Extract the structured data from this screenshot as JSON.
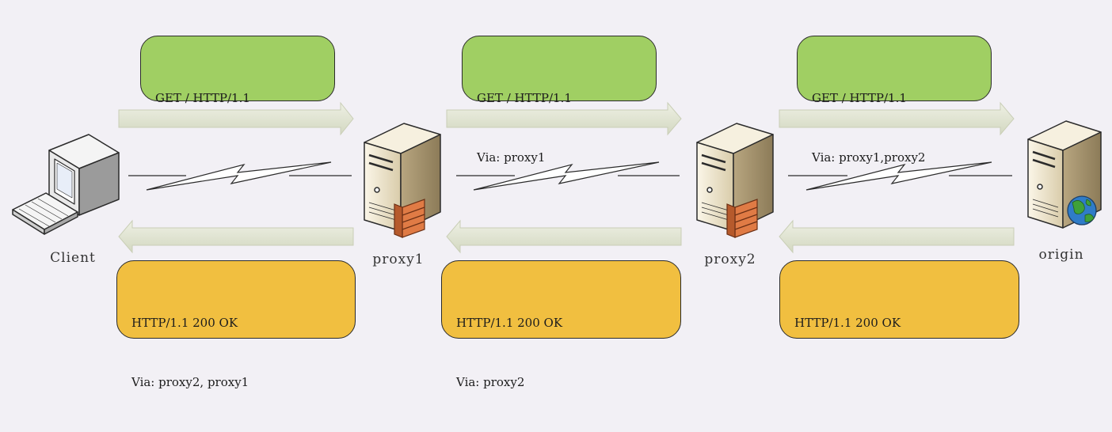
{
  "nodes": [
    {
      "id": "client",
      "label": "Client"
    },
    {
      "id": "proxy1",
      "label": "proxy1"
    },
    {
      "id": "proxy2",
      "label": "proxy2"
    },
    {
      "id": "origin",
      "label": "origin"
    }
  ],
  "requests": [
    {
      "lines": [
        "GET / HTTP/1.1",
        ""
      ]
    },
    {
      "lines": [
        "GET / HTTP/1.1",
        "Via: proxy1"
      ]
    },
    {
      "lines": [
        "GET / HTTP/1.1",
        "Via: proxy1,proxy2"
      ]
    }
  ],
  "responses": [
    {
      "lines": [
        "HTTP/1.1 200 OK",
        "Via: proxy2, proxy1"
      ]
    },
    {
      "lines": [
        "HTTP/1.1 200 OK",
        "Via: proxy2"
      ]
    },
    {
      "lines": [
        "HTTP/1.1 200 OK",
        ""
      ]
    }
  ],
  "colors": {
    "background": "#f2f0f5",
    "request_bubble": "#a0cf63",
    "response_bubble": "#f1bf40",
    "arrow_fill": "#dfe3d2",
    "server_body": "#efe6cf",
    "firewall": "#e07b45",
    "globe_water": "#2f7cc8",
    "globe_land": "#3fa13a"
  },
  "icons": [
    "computer-icon",
    "server-icon",
    "firewall-icon",
    "globe-icon",
    "lightning-link-icon"
  ]
}
